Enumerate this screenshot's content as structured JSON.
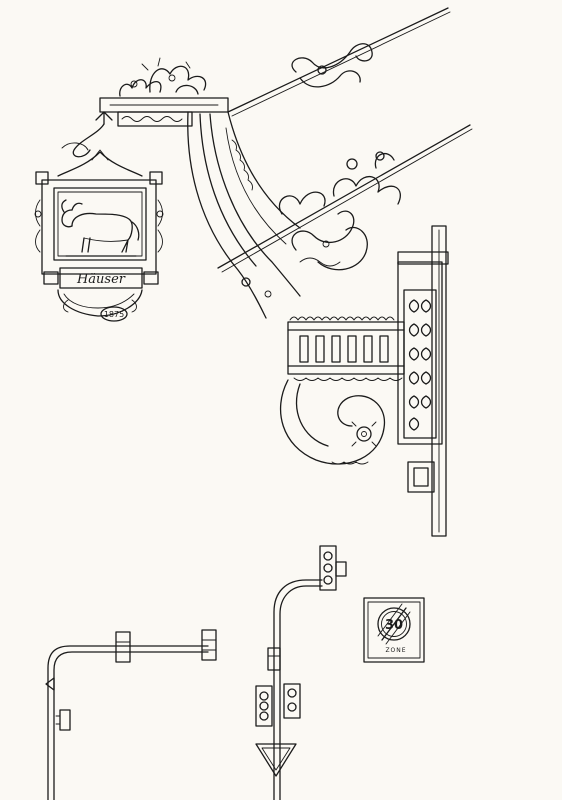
{
  "drawing": {
    "guild_sign": {
      "name_plate": "Häuser",
      "year_medallion": "1875",
      "emblem": "ox-figure"
    },
    "zone_sign": {
      "speed_value": "30",
      "zone_word": "ZONE",
      "style": "end-of-zone-with-diagonal-strike"
    },
    "ink_color": "#1b1b1b",
    "paper_color": "#fbf9f4"
  }
}
